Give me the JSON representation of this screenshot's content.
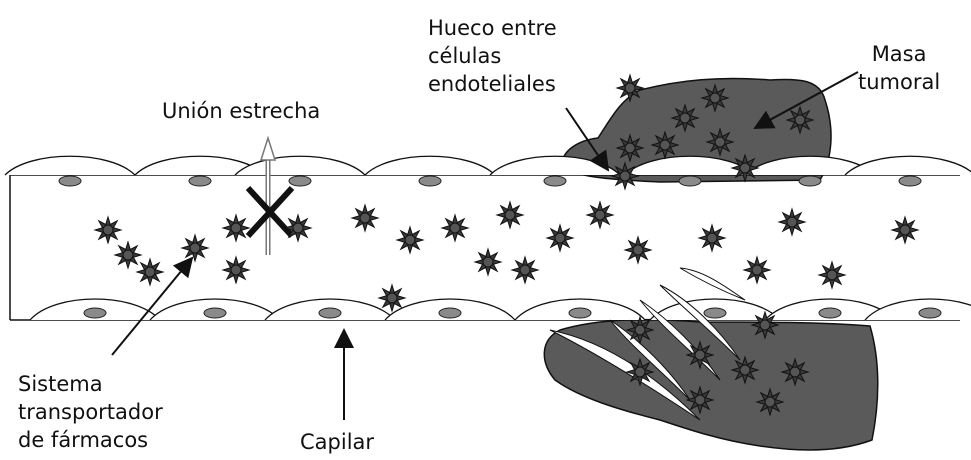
{
  "labels": {
    "union_estrecha": "Unión estrecha",
    "hueco": "Hueco entre\ncélulas\nendoteliales",
    "masa": "Masa\ntumoral",
    "sistema": "Sistema\ntransportador\nde fármacos",
    "capilar": "Capilar"
  },
  "colors": {
    "tumor": "#5a5a5a",
    "particle": "#3a3a3a",
    "nucleus": "#8a8a8a",
    "line": "#111111"
  }
}
